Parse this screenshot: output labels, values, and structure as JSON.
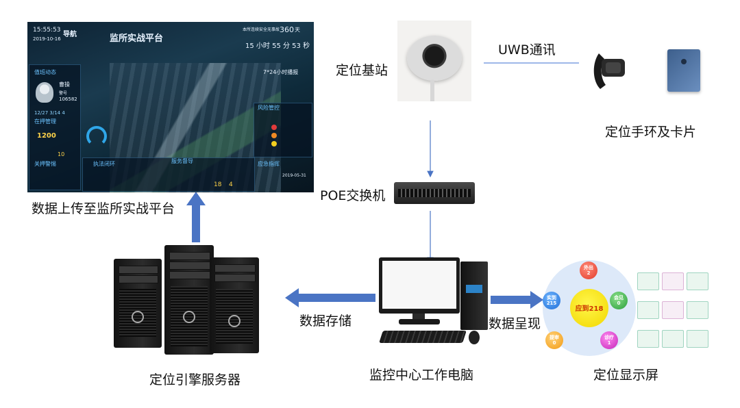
{
  "labels": {
    "base_station": "定位基站",
    "uwb": "UWB通讯",
    "wristband_card": "定位手环及卡片",
    "poe_switch": "POE交换机",
    "upload": "数据上传至监所实战平台",
    "storage": "数据存储",
    "presentation": "数据呈现",
    "server": "定位引擎服务器",
    "workstation": "监控中心工作电脑",
    "display": "定位显示屏"
  },
  "platform": {
    "time": "15:55:53",
    "date": "2019-10-16",
    "nav": "导航",
    "title": "监所实战平台",
    "safe_days_label": "本所连续安全无事故",
    "safe_days": "360",
    "safe_days_unit": "天",
    "countdown": "15 小时 55 分 53 秒",
    "duty_title": "值班动态",
    "officer_name": "曹操",
    "officer_id_label": "警号",
    "officer_id": "106582",
    "count_1200": "1200",
    "stats": "12/27   3/14   4",
    "in_custody": "在押管理",
    "report_24h": "7*24小时播报",
    "risk": "风险管控",
    "law_enforcement": "执法闭环",
    "service": "服务督导",
    "emergency": "应急指挥",
    "key_people": "关押警惕",
    "ten": "10",
    "eighteen": "18",
    "four": "4",
    "footer_date": "2019-05-31"
  },
  "display_screen": {
    "center": "应到218",
    "nodes": [
      {
        "label": "外出",
        "value": "2"
      },
      {
        "label": "实到",
        "value": "215"
      },
      {
        "label": "会见",
        "value": "0"
      },
      {
        "label": "提审",
        "value": "0"
      },
      {
        "label": "诊疗",
        "value": "1"
      }
    ]
  },
  "colors": {
    "arrow": "#4a74c4",
    "connector": "#7f9fe0"
  }
}
